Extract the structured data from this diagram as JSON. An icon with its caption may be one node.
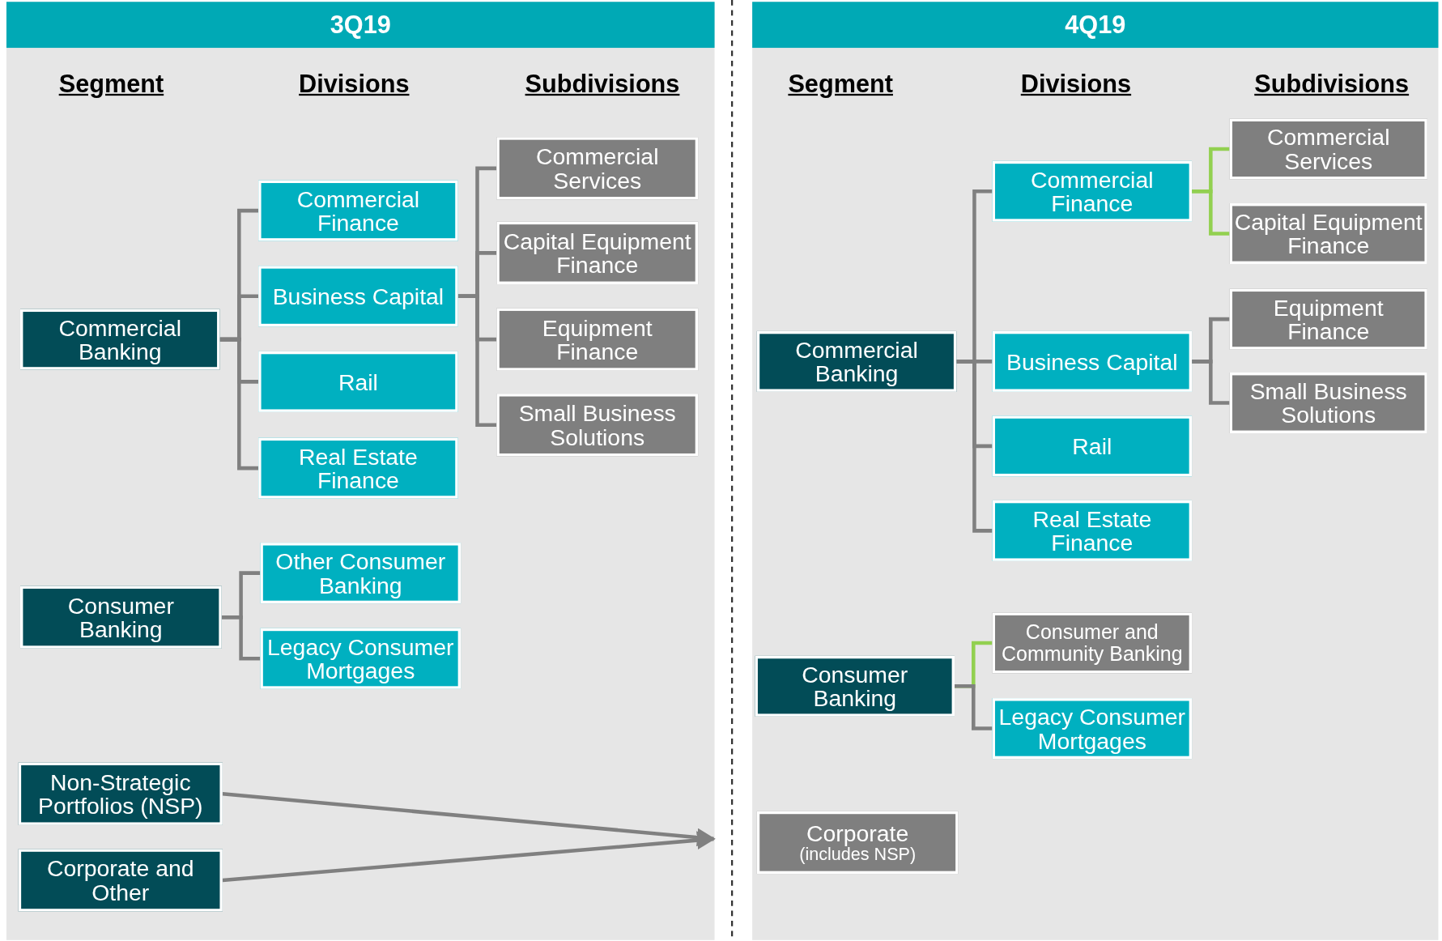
{
  "diagram": {
    "nodes": [
      {
        "text": [
          "3Q19"
        ]
      },
      {
        "text": [
          "Commercial Banking"
        ],
        "in": 0
      },
      {
        "text": [
          "Commercial Finance"
        ],
        "in": 0
      },
      {
        "text": [
          "Business Capital"
        ],
        "in": 0
      },
      {
        "text": [
          "Rail"
        ],
        "in": 0
      },
      {
        "text": [
          "Real Estate Finance"
        ],
        "in": 0
      },
      {
        "text": [
          "Commercial Services"
        ],
        "in": 0
      },
      {
        "text": [
          "Capital Equipment Finance"
        ],
        "in": 0
      },
      {
        "text": [
          "Equipment Finance"
        ],
        "in": 0
      },
      {
        "text": [
          "Small Business Solutions"
        ],
        "in": 0
      },
      {
        "text": [
          "Consumer Banking"
        ],
        "in": 0
      },
      {
        "text": [
          "Other Consumer Banking"
        ],
        "in": 0
      },
      {
        "text": [
          "Legacy Consumer Mortgages"
        ],
        "in": 0
      },
      {
        "text": [
          "Non-Strategic Portfolios (NSP)"
        ],
        "in": 0
      },
      {
        "text": [
          "Corporate and Other"
        ],
        "in": 0
      },
      {
        "text": [
          "4Q19"
        ]
      },
      {
        "text": [
          "Commercial Banking"
        ],
        "in": 15
      },
      {
        "text": [
          "Commercial Finance"
        ],
        "in": 15
      },
      {
        "text": [
          "Commercial Services"
        ],
        "in": 15
      },
      {
        "text": [
          "Capital Equipment Finance"
        ],
        "in": 15
      },
      {
        "text": [
          "Business Capital"
        ],
        "in": 15
      },
      {
        "text": [
          "Equipment Finance"
        ],
        "in": 15
      },
      {
        "text": [
          "Small Business Solutions"
        ],
        "in": 15
      },
      {
        "text": [
          "Rail"
        ],
        "in": 15
      },
      {
        "text": [
          "Real Estate Finance"
        ],
        "in": 15
      },
      {
        "text": [
          "Consumer Banking"
        ],
        "in": 15
      },
      {
        "text": [
          "Consumer and Community Banking"
        ],
        "in": 15
      },
      {
        "text": [
          "Legacy Consumer Mortgages"
        ],
        "in": 15
      },
      {
        "text": [
          "Corporate",
          "(includes NSP)"
        ],
        "in": 15
      }
    ],
    "edges": [
      {
        "from": 1,
        "to": 2,
        "arrow": "none"
      },
      {
        "from": 1,
        "to": 3,
        "arrow": "none"
      },
      {
        "from": 1,
        "to": 4,
        "arrow": "none"
      },
      {
        "from": 1,
        "to": 5,
        "arrow": "none"
      },
      {
        "from": 3,
        "to": 6,
        "arrow": "none"
      },
      {
        "from": 3,
        "to": 7,
        "arrow": "none"
      },
      {
        "from": 3,
        "to": 8,
        "arrow": "none"
      },
      {
        "from": 3,
        "to": 9,
        "arrow": "none"
      },
      {
        "from": 10,
        "to": 11,
        "arrow": "none"
      },
      {
        "from": 10,
        "to": 12,
        "arrow": "none"
      },
      {
        "from": 13,
        "to": null,
        "arrow": "to"
      },
      {
        "from": 14,
        "to": null,
        "arrow": "to"
      },
      {
        "from": 16,
        "to": 17,
        "arrow": "none"
      },
      {
        "from": 16,
        "to": 20,
        "arrow": "none"
      },
      {
        "from": 16,
        "to": 23,
        "arrow": "none"
      },
      {
        "from": 16,
        "to": 24,
        "arrow": "none"
      },
      {
        "from": 17,
        "to": 18,
        "arrow": "none",
        "color": "#92d050"
      },
      {
        "from": 17,
        "to": 19,
        "arrow": "none",
        "color": "#92d050"
      },
      {
        "from": 20,
        "to": 21,
        "arrow": "none"
      },
      {
        "from": 20,
        "to": 22,
        "arrow": "none"
      },
      {
        "from": 25,
        "to": 26,
        "arrow": "none",
        "color": "#92d050"
      },
      {
        "from": 25,
        "to": 27,
        "arrow": "none"
      }
    ],
    "labels": [
      "Segment",
      "Divisions",
      "Subdivisions",
      "Segment",
      "Divisions",
      "Subdivisions"
    ]
  }
}
